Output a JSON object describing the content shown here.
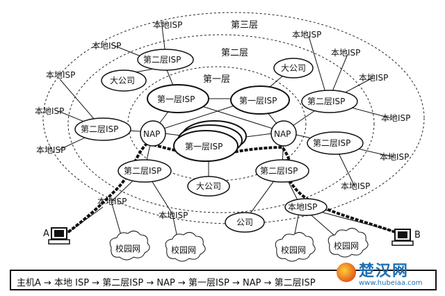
{
  "layers": {
    "third": "第三层",
    "second": "第二层",
    "first": "第一层"
  },
  "nodes": {
    "t1_left": "第一层ISP",
    "t1_right": "第一层ISP",
    "t1_center": "第一层ISP",
    "t2_top": "第二层ISP",
    "t2_left": "第二层ISP",
    "t2_right_top": "第二层ISP",
    "t2_right_mid": "第二层ISP",
    "t2_bottom_left": "第二层ISP",
    "t2_bottom_right": "第二层ISP",
    "nap_left": "NAP",
    "nap_right": "NAP",
    "corp_top_left": "大公司",
    "corp_top_right": "大公司",
    "corp_bottom": "大公司",
    "company": "公司",
    "local_isp": "本地ISP",
    "campus": "校园网"
  },
  "hosts": {
    "a": "A",
    "b": "B"
  },
  "route": "主机A → 本地 ISP → 第二层ISP → NAP → 第一层ISP → NAP → 第二层ISP",
  "watermark": {
    "main": "楚汉网",
    "sub": "www.hubeiaa.com"
  }
}
